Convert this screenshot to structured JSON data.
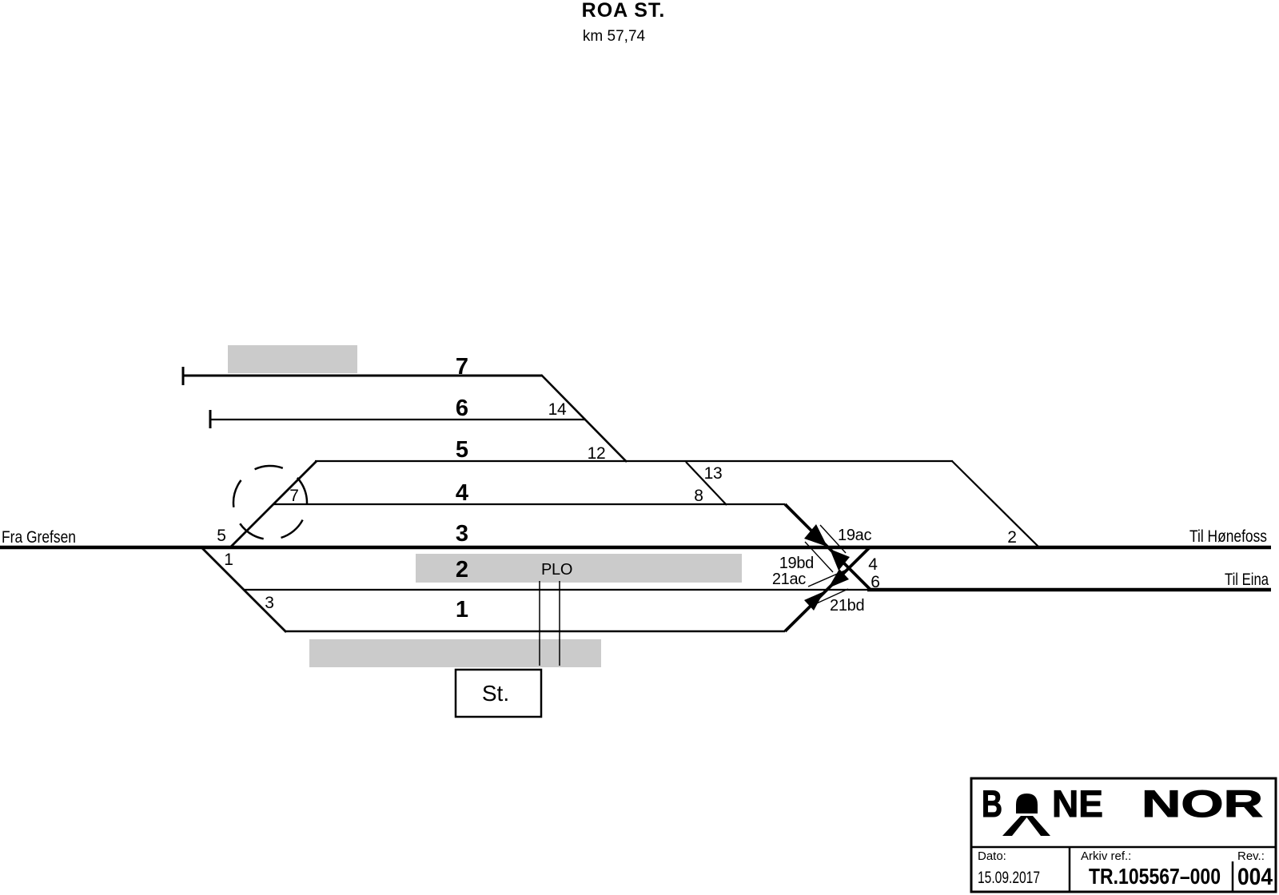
{
  "title": {
    "station": "ROA ST.",
    "km": "km 57,74"
  },
  "diagram": {
    "from_label": "Fra Grefsen",
    "to_honefoss_label": "Til Hønefoss",
    "to_eina_label": "Til Eina",
    "track_numbers": [
      "7",
      "6",
      "5",
      "4",
      "3",
      "2",
      "1"
    ],
    "switches": {
      "s14": "14",
      "s12": "12",
      "s13": "13",
      "s8": "8",
      "s7": "7",
      "s5": "5",
      "s1": "1",
      "s3": "3",
      "s2": "2",
      "s4": "4",
      "s6": "6"
    },
    "crossings": {
      "c19ac": "19ac",
      "c19bd": "19bd",
      "c21ac": "21ac",
      "c21bd": "21bd"
    },
    "plo_label": "PLO",
    "station_building_label": "St."
  },
  "title_block": {
    "logo_b": "B",
    "logo_ne": "NE",
    "logo_nor": "NOR",
    "dato_label": "Dato:",
    "dato_value": "15.09.2017",
    "arkiv_label": "Arkiv ref.:",
    "arkiv_value": "TR.105567–000",
    "rev_label": "Rev.:",
    "rev_value": "004"
  },
  "colors": {
    "line": "#000000",
    "platform": "#cbcbcb",
    "background": "#ffffff"
  }
}
